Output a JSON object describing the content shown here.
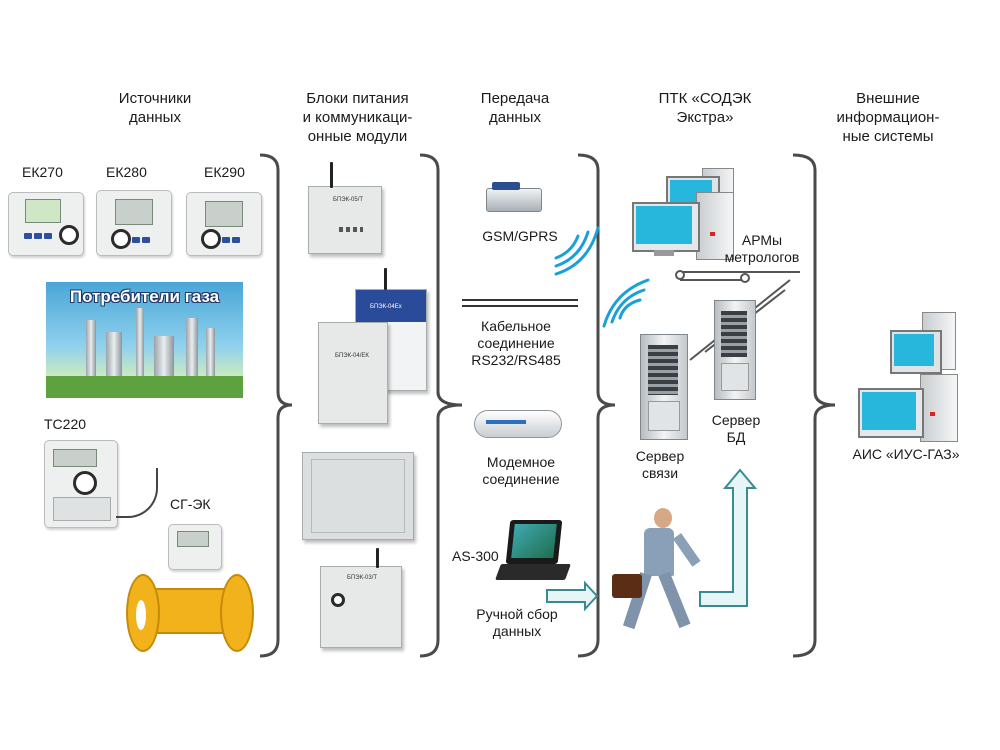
{
  "columns": {
    "sources": "Источники\nданных",
    "power_blocks": "Блоки питания\nи коммуникаци-\nонные модули",
    "transfer": "Передача\nданных",
    "ptk": "ПТК «СОДЭК\nЭкстра»",
    "external": "Внешние\nинформацион-\nные  системы"
  },
  "sources": {
    "ek270": "ЕК270",
    "ek280": "ЕК280",
    "ek290": "ЕК290",
    "banner": "Потребители газа",
    "tc220": "ТС220",
    "sg_ek": "СГ-ЭК"
  },
  "power_blocks": {
    "bpek05t_label": "БПЭК-05/Т",
    "bpek04ex_label": "БПЭК-04Ex",
    "bpek04ek_label": "БПЭК-04/ЕК",
    "bpek03t_label": "БПЭК-03/Т"
  },
  "transfer": {
    "gsm": "GSM/GPRS",
    "cable": "Кабельное\nсоединение\nRS232/RS485",
    "modem": "Модемное\nсоединение",
    "as300": "AS-300",
    "manual": "Ручной сбор\nданных"
  },
  "ptk": {
    "arm": "АРМы\nметрологов",
    "server_db": "Сервер\nБД",
    "server_comm": "Сервер\nсвязи"
  },
  "external": {
    "ais": "АИС «ИУС-ГАЗ»"
  },
  "colors": {
    "brace": "#4a4a4a",
    "wave": "#1aa0d8",
    "arrow_fill": "#e6f6f6",
    "arrow_stroke": "#3a8a93",
    "monitor_screen": "#27b6dc",
    "pipe": "#f2b21c",
    "banner_title": "#ffffff"
  }
}
